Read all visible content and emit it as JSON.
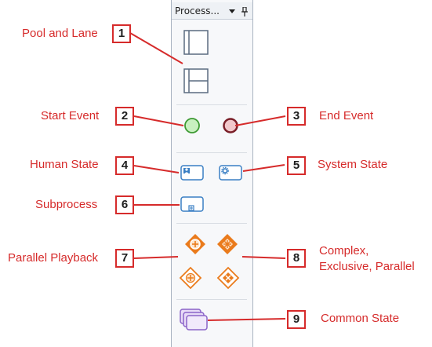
{
  "panel": {
    "title": "Process..."
  },
  "callouts": [
    {
      "number": "1",
      "label": "Pool and Lane"
    },
    {
      "number": "2",
      "label": "Start Event"
    },
    {
      "number": "3",
      "label": "End Event"
    },
    {
      "number": "4",
      "label": "Human State"
    },
    {
      "number": "5",
      "label": "System State"
    },
    {
      "number": "6",
      "label": "Subprocess"
    },
    {
      "number": "7",
      "label": "Parallel Playback"
    },
    {
      "number": "8",
      "label_lines": [
        "Complex,",
        "Exclusive, Parallel"
      ]
    },
    {
      "number": "9",
      "label": "Common State"
    }
  ],
  "colors": {
    "annotation": "#d62b2b",
    "start_event_fill": "#c8f0c0",
    "start_event_stroke": "#3d9a33",
    "end_event_fill": "#f2c8cb",
    "end_event_stroke": "#7a1f28",
    "gateway": "#ea7b1c",
    "task": "#3a7fc4",
    "common_state": "#8a63c8"
  },
  "icons": [
    "pool-icon",
    "lane-icon",
    "start-event-icon",
    "end-event-icon",
    "human-state-icon",
    "system-state-icon",
    "subprocess-icon",
    "parallel-playback-gateway-icon",
    "complex-gateway-icon",
    "exclusive-gateway-icon",
    "parallel-gateway-icon",
    "common-state-icon"
  ]
}
